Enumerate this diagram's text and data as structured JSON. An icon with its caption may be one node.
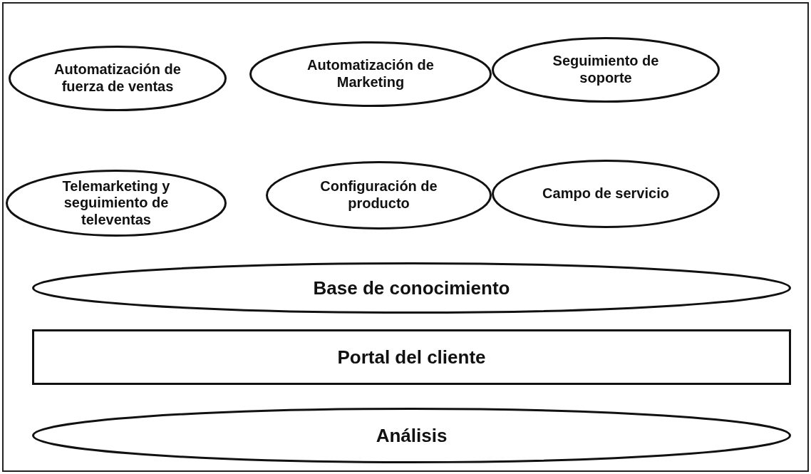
{
  "diagram": {
    "nodes": [
      {
        "text": [
          "Automatización de fuerza de ventas"
        ]
      },
      {
        "text": [
          "Automatización de Marketing"
        ]
      },
      {
        "text": [
          "Seguimiento de soporte"
        ]
      },
      {
        "text": [
          "Telemarketing y seguimiento de televentas"
        ]
      },
      {
        "text": [
          "Configuración de producto"
        ]
      },
      {
        "text": [
          "Campo de servicio"
        ]
      },
      {
        "text": [
          "Base de conocimiento"
        ]
      },
      {
        "text": [
          "Portal del cliente"
        ]
      },
      {
        "text": [
          "Análisis"
        ]
      }
    ]
  }
}
